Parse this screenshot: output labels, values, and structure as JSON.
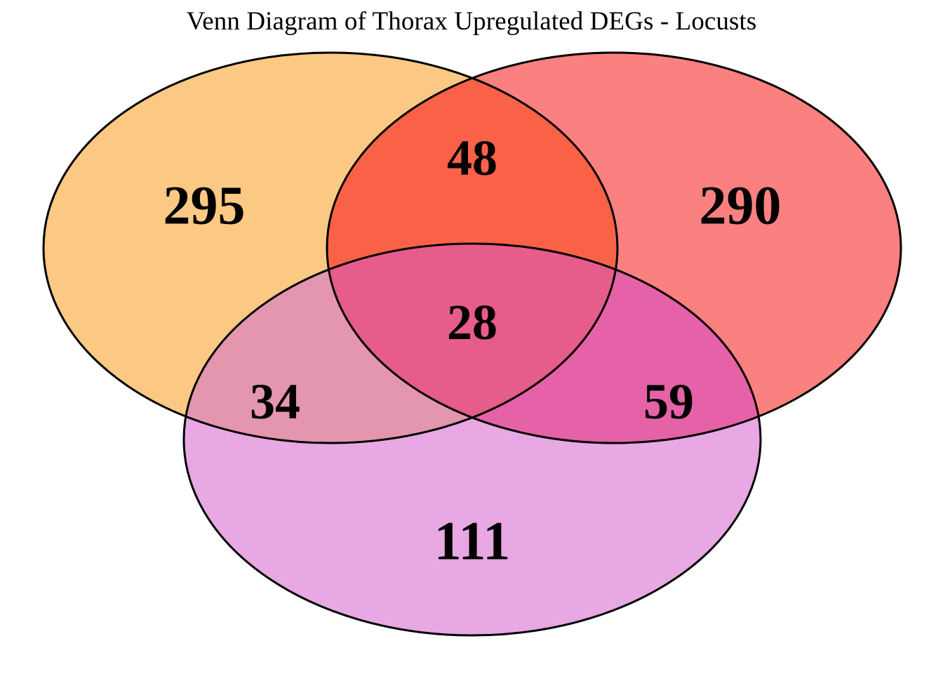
{
  "title": "Venn Diagram of Thorax Upregulated DEGs - Locusts",
  "colors": {
    "set_a_fill": "#FBC983",
    "set_b_fill": "#FB8080",
    "set_c_fill": "#E8A8E4",
    "ab_overlap": "#FA6248",
    "ac_overlap": "#E396AE",
    "bc_overlap": "#E562A8",
    "abc_overlap": "#E65C8A",
    "outline": "#000000",
    "label": "#000000",
    "background": "#FFFFFF"
  },
  "chart_data": {
    "type": "venn",
    "title": "Venn Diagram of Thorax Upregulated DEGs - Locusts",
    "xlabel": "",
    "ylabel": "",
    "sets": 3,
    "regions": [
      {
        "id": "A",
        "label": "295",
        "value": 295,
        "members": [
          "A"
        ],
        "fill": "#FBC983"
      },
      {
        "id": "B",
        "label": "290",
        "value": 290,
        "members": [
          "B"
        ],
        "fill": "#FB8080"
      },
      {
        "id": "C",
        "label": "111",
        "value": 111,
        "members": [
          "C"
        ],
        "fill": "#E8A8E4"
      },
      {
        "id": "AB",
        "label": "48",
        "value": 48,
        "members": [
          "A",
          "B"
        ],
        "fill": "#FA6248"
      },
      {
        "id": "AC",
        "label": "34",
        "value": 34,
        "members": [
          "A",
          "C"
        ],
        "fill": "#E396AE"
      },
      {
        "id": "BC",
        "label": "59",
        "value": 59,
        "members": [
          "B",
          "C"
        ],
        "fill": "#E562A8"
      },
      {
        "id": "ABC",
        "label": "28",
        "value": 28,
        "members": [
          "A",
          "B",
          "C"
        ],
        "fill": "#E65C8A"
      }
    ],
    "set_names": [
      "",
      "",
      ""
    ],
    "legend": [],
    "grid": false
  },
  "labels": {
    "a_only": "295",
    "b_only": "290",
    "c_only": "111",
    "ab_only": "48",
    "ac_only": "34",
    "bc_only": "59",
    "abc": "28"
  }
}
